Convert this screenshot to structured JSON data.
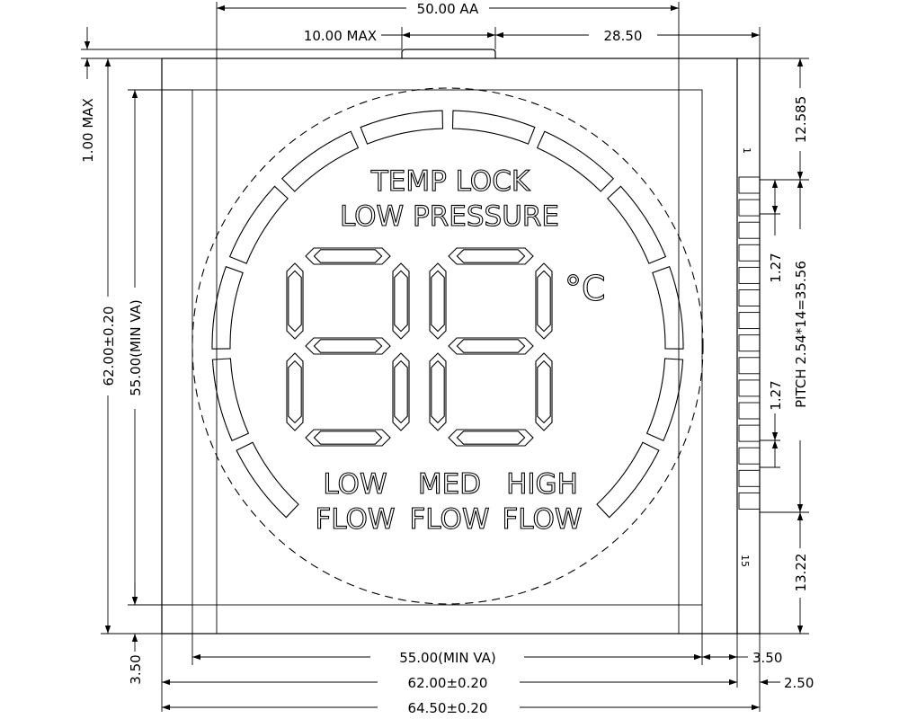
{
  "dimensions": {
    "active_area_width": "50.00 AA",
    "tab_width": "10.00 MAX",
    "tab_offset": "28.50",
    "tab_height": "1.00 MAX",
    "outline_height": "62.00±0.20",
    "view_area_height": "55.00(MIN VA)",
    "view_area_width": "55.00(MIN VA)",
    "outline_width": "62.00±0.20",
    "overall_width": "64.50±0.20",
    "bottom_margin": "3.50",
    "right_margin": "3.50",
    "pin_strip": "2.50",
    "top_to_pin1": "12.585",
    "pin_half_pitch_top": "1.27",
    "pitch": "PITCH 2.54*14=35.56",
    "pin_half_pitch_bottom": "1.27",
    "pin15_to_bottom": "13.22"
  },
  "pins": {
    "first": "1",
    "last": "15"
  },
  "display": {
    "line1": "TEMP LOCK",
    "line2": "LOW PRESSURE",
    "unit": "°C",
    "flow_low_1": "LOW",
    "flow_low_2": "FLOW",
    "flow_med_1": "MED",
    "flow_med_2": "FLOW",
    "flow_high_1": "HIGH",
    "flow_high_2": "FLOW"
  }
}
